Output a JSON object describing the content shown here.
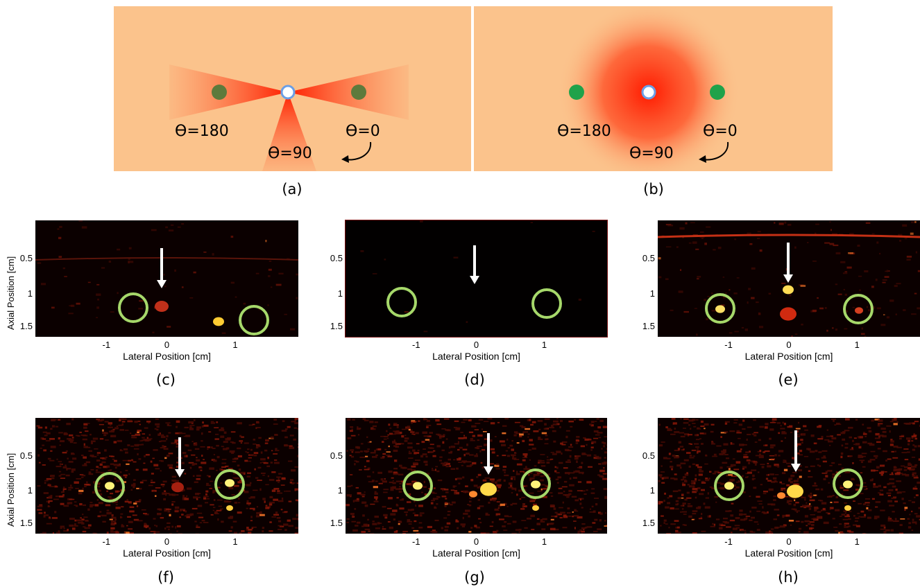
{
  "figure": {
    "diagram_a": {
      "caption": "(a)",
      "labels": [
        "ϴ=180",
        "ϴ=90",
        "ϴ=0"
      ]
    },
    "diagram_b": {
      "caption": "(b)",
      "labels": [
        "ϴ=180",
        "ϴ=90",
        "ϴ=0"
      ]
    },
    "panels": [
      {
        "id": "c",
        "caption": "(c)",
        "xlabel": "Lateral Position [cm]",
        "ylabel": "Axial Position [cm]",
        "xticks": [
          "-1",
          "0",
          "1"
        ],
        "yticks": [
          "0.5",
          "1",
          "1.5"
        ],
        "style": "dim"
      },
      {
        "id": "d",
        "caption": "(d)",
        "xlabel": "Lateral Position [cm]",
        "ylabel": "",
        "xticks": [
          "-1",
          "0",
          "1"
        ],
        "yticks": [
          "0.5",
          "1",
          "1.5"
        ],
        "style": "dark"
      },
      {
        "id": "e",
        "caption": "(e)",
        "xlabel": "Lateral Position [cm]",
        "ylabel": "",
        "xticks": [
          "-1",
          "0",
          "1"
        ],
        "yticks": [
          "0.5",
          "1",
          "1.5"
        ],
        "style": "mid"
      },
      {
        "id": "f",
        "caption": "(f)",
        "xlabel": "Lateral Position [cm]",
        "ylabel": "Axial Position [cm]",
        "xticks": [
          "-1",
          "0",
          "1"
        ],
        "yticks": [
          "0.5",
          "1",
          "1.5"
        ],
        "style": "speckle"
      },
      {
        "id": "g",
        "caption": "(g)",
        "xlabel": "Lateral Position [cm]",
        "ylabel": "",
        "xticks": [
          "-1",
          "0",
          "1"
        ],
        "yticks": [
          "0.5",
          "1",
          "1.5"
        ],
        "style": "speckle"
      },
      {
        "id": "h",
        "caption": "(h)",
        "xlabel": "Lateral Position [cm]",
        "ylabel": "",
        "xticks": [
          "-1",
          "0",
          "1"
        ],
        "yticks": [
          "0.5",
          "1",
          "1.5"
        ],
        "style": "speckle"
      }
    ],
    "colors": {
      "diagram_background": "#fbc38c",
      "beam": "#ff2a00",
      "target_dim": "#5e7a3c",
      "target_bright": "#1fa24a",
      "circle": "#a6d86a",
      "arrow": "#ffffff"
    }
  }
}
